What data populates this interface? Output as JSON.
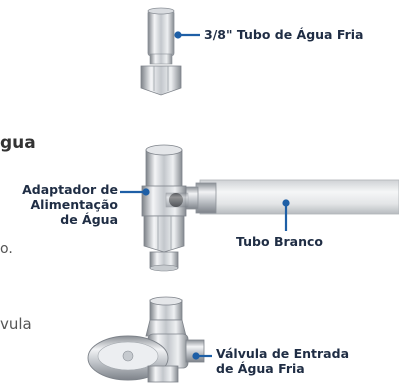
{
  "heading_fragment": "gua",
  "body_fragment_1": "o.",
  "body_fragment_2": "vula",
  "labels": {
    "tube_38": "3/8\" Tubo de Água Fria",
    "adapter": [
      "Adaptador de",
      "Alimentação",
      "de Água"
    ],
    "white_tube": "Tubo Branco",
    "valve": [
      "Válvula de Entrada",
      "de Água Fria"
    ]
  },
  "colors": {
    "leader": "#1e5fa6",
    "label_text": "#1f2d44",
    "chrome_light": "#f4f5f7",
    "chrome_dark": "#8c9198",
    "white_tube": "#e6e8ea"
  }
}
